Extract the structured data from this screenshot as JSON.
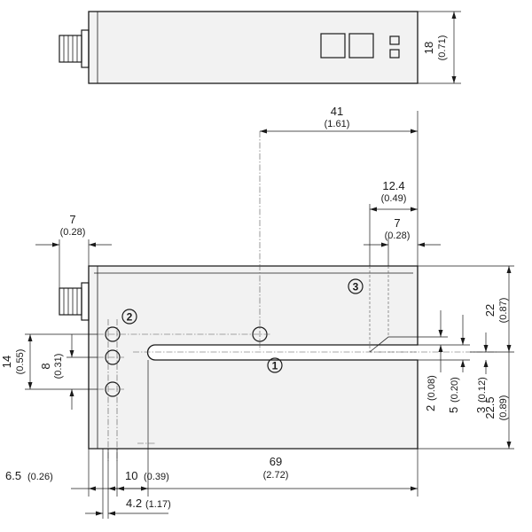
{
  "dimensions": {
    "d41": {
      "mm": "41",
      "in": "(1.61)"
    },
    "d12_4": {
      "mm": "12.4",
      "in": "(0.49)"
    },
    "d7_top": {
      "mm": "7",
      "in": "(0.28)"
    },
    "d7_left": {
      "mm": "7",
      "in": "(0.28)"
    },
    "d18": {
      "mm": "18",
      "in": "(0.71)"
    },
    "d22": {
      "mm": "22",
      "in": "(0.87)"
    },
    "d22_5": {
      "mm": "22.5",
      "in": "(0.89)"
    },
    "d14": {
      "mm": "14",
      "in": "(0.55)"
    },
    "d8": {
      "mm": "8",
      "in": "(0.31)"
    },
    "d2": {
      "mm": "2",
      "in": "(0.08)"
    },
    "d5": {
      "mm": "5",
      "in": "(0.20)"
    },
    "d3": {
      "mm": "3",
      "in": "(0.12)"
    },
    "d6_5": {
      "mm": "6.5",
      "in": "(0.26)"
    },
    "d10": {
      "mm": "10",
      "in": "(0.39)"
    },
    "d69": {
      "mm": "69",
      "in": "(2.72)"
    },
    "d4_2": {
      "mm": "4.2",
      "in": "(1.17)"
    }
  },
  "markers": {
    "m1": "1",
    "m2": "2",
    "m3": "3"
  }
}
